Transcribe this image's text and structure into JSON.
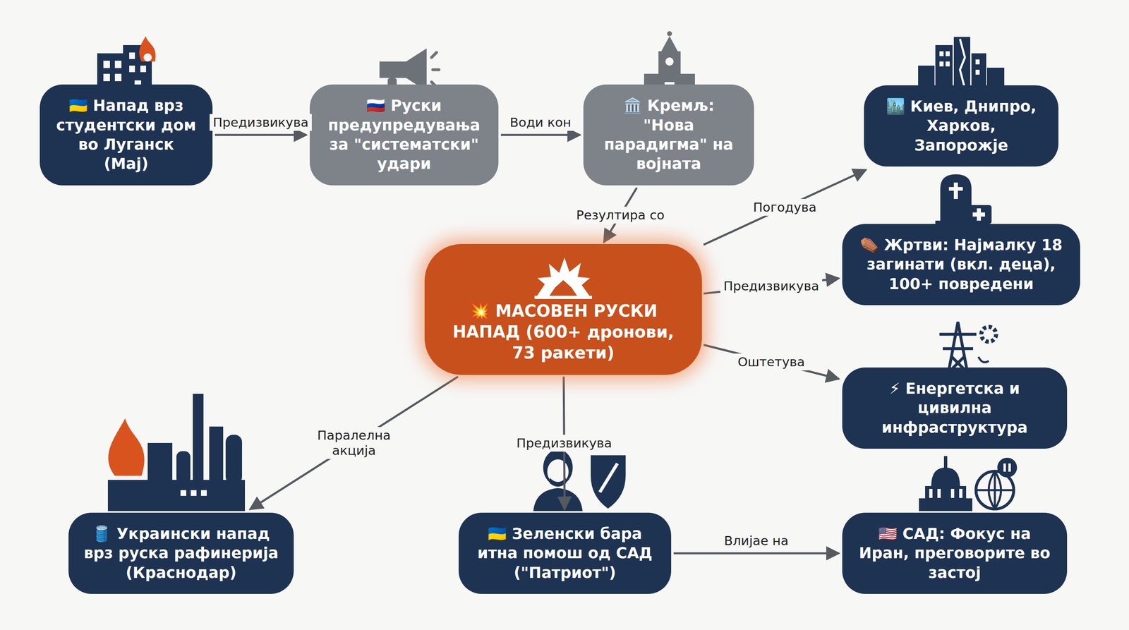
{
  "diagram": {
    "nodes": [
      {
        "text": [
          "🇺🇦 Напад врз студентски дом во Луганск (Мај)"
        ]
      },
      {
        "text": [
          "🇷🇺 Руски предупредувања за \"систематски\" удари"
        ]
      },
      {
        "text": [
          "🏛️ Кремљ: \"Нова парадигма\" на војната"
        ]
      },
      {
        "text": [
          "🏙️ Киев, Днипро, Харков, Запорожје"
        ]
      },
      {
        "text": [
          "💥 МАСОВЕН РУСКИ НАПАД (600+ дронови, 73 ракети)"
        ]
      },
      {
        "text": [
          "⚰️ Жртви: Најмалку 18 загинати (вкл. деца), 100+ повредени"
        ]
      },
      {
        "text": [
          "⚡ Енергетска и цивилна инфраструктура"
        ]
      },
      {
        "text": [
          "🛢️ Украински напад врз руска рафинерија (Краснодар)"
        ]
      },
      {
        "text": [
          "🇺🇦 Зеленски бара итна помош од САД (\"Патриот\")"
        ]
      },
      {
        "text": [
          "🇺🇸 САД: Фокус на Иран, преговорите во застој"
        ]
      }
    ],
    "edges": [
      {
        "from": 0,
        "to": 1,
        "label": "Предизвикува",
        "arrow": "to"
      },
      {
        "from": 1,
        "to": 2,
        "label": "Води кон",
        "arrow": "to"
      },
      {
        "from": 2,
        "to": 4,
        "label": "Резултира со",
        "arrow": "to"
      },
      {
        "from": 4,
        "to": 3,
        "label": "Погодува",
        "arrow": "to"
      },
      {
        "from": 4,
        "to": 5,
        "label": "Предизвикува",
        "arrow": "to"
      },
      {
        "from": 4,
        "to": 6,
        "label": "Оштетува",
        "arrow": "to"
      },
      {
        "from": 4,
        "to": 7,
        "label": "Паралелна акција",
        "arrow": "to"
      },
      {
        "from": 4,
        "to": 8,
        "label": "Предизвикува",
        "arrow": "to"
      },
      {
        "from": 8,
        "to": 9,
        "label": "Влијае на",
        "arrow": "to"
      }
    ]
  }
}
